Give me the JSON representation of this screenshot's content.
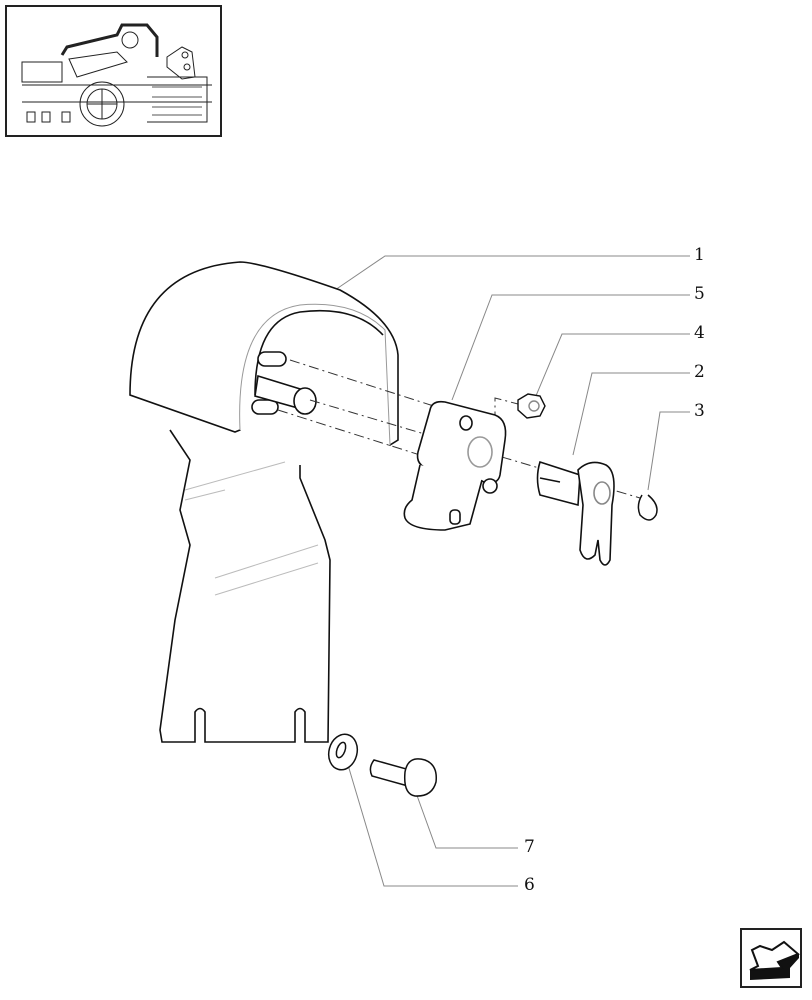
{
  "diagram": {
    "type": "exploded-parts-diagram",
    "callouts": [
      {
        "id": "1",
        "label": "1",
        "part": "bracket"
      },
      {
        "id": "5",
        "label": "5",
        "part": "lever-support"
      },
      {
        "id": "4",
        "label": "4",
        "part": "nut"
      },
      {
        "id": "2",
        "label": "2",
        "part": "fork-pin"
      },
      {
        "id": "3",
        "label": "3",
        "part": "circlip"
      },
      {
        "id": "7",
        "label": "7",
        "part": "bolt"
      },
      {
        "id": "6",
        "label": "6",
        "part": "washer"
      }
    ]
  },
  "thumbnail": {
    "name": "tractor-overview-thumbnail"
  },
  "navigation": {
    "name": "back-arrow-button"
  },
  "colors": {
    "line": "#111111",
    "leader": "#888888",
    "background": "#ffffff"
  }
}
